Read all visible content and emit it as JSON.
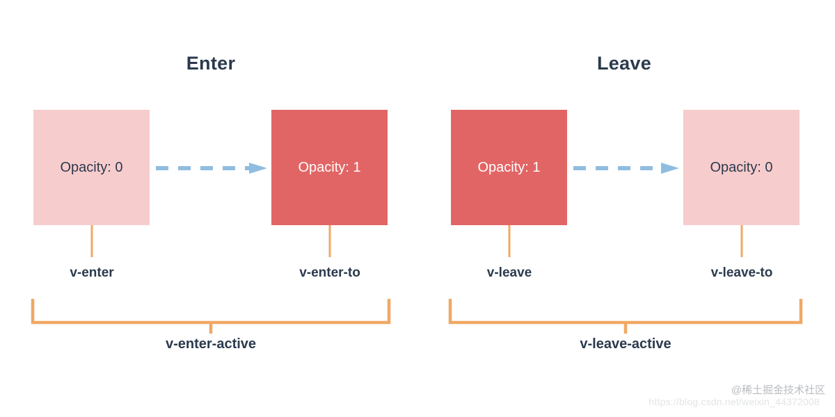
{
  "diagram": {
    "title_enter": "Enter",
    "title_leave": "Leave",
    "colors": {
      "background": "#ffffff",
      "box_faded": "#f7cccc",
      "box_solid": "#e26565",
      "text_dark": "#2b3a4d",
      "text_light": "#ffffff",
      "arrow_blue": "#8fbde0",
      "bracket_orange": "#f0a864"
    },
    "boxes": [
      {
        "id": "enter-from",
        "label": "Opacity: 0",
        "fill": "faded",
        "phase": "v-enter"
      },
      {
        "id": "enter-to",
        "label": "Opacity: 1",
        "fill": "solid",
        "phase": "v-enter-to"
      },
      {
        "id": "leave-from",
        "label": "Opacity: 1",
        "fill": "solid",
        "phase": "v-leave"
      },
      {
        "id": "leave-to",
        "label": "Opacity: 0",
        "fill": "faded",
        "phase": "v-leave-to"
      }
    ],
    "phase_labels": {
      "v_enter": "v-enter",
      "v_enter_to": "v-enter-to",
      "v_leave": "v-leave",
      "v_leave_to": "v-leave-to"
    },
    "active_labels": {
      "enter_active": "v-enter-active",
      "leave_active": "v-leave-active"
    },
    "arrows": [
      {
        "id": "arrow-enter",
        "style": "dashed",
        "direction": "right"
      },
      {
        "id": "arrow-leave",
        "style": "dashed",
        "direction": "right"
      }
    ]
  },
  "watermark": {
    "brand": "@稀土掘金技术社区",
    "url": "https://blog.csdn.net/weixin_44372008"
  }
}
